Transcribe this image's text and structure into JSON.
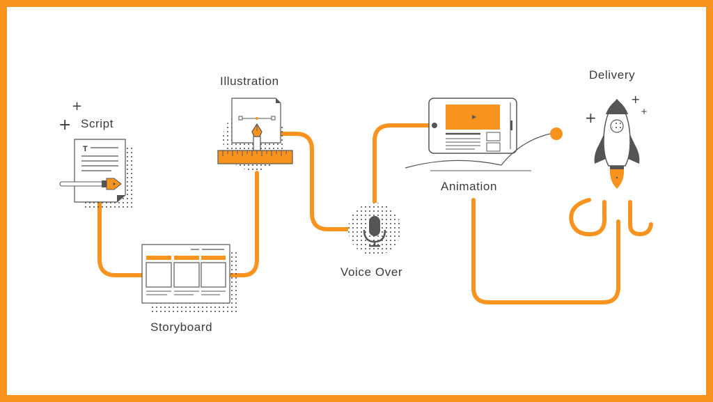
{
  "colors": {
    "accent": "#F7931E",
    "frame": "#F7931E",
    "ink": "#3a3a3a",
    "line": "#555555"
  },
  "stages": [
    {
      "id": "script",
      "label": "Script",
      "icon": "document-pen-icon"
    },
    {
      "id": "storyboard",
      "label": "Storyboard",
      "icon": "storyboard-frames-icon"
    },
    {
      "id": "illustration",
      "label": "Illustration",
      "icon": "pen-tool-ruler-icon"
    },
    {
      "id": "voice-over",
      "label": "Voice Over",
      "icon": "microphone-icon"
    },
    {
      "id": "animation",
      "label": "Animation",
      "icon": "tablet-video-icon"
    },
    {
      "id": "delivery",
      "label": "Delivery",
      "icon": "rocket-icon"
    }
  ]
}
